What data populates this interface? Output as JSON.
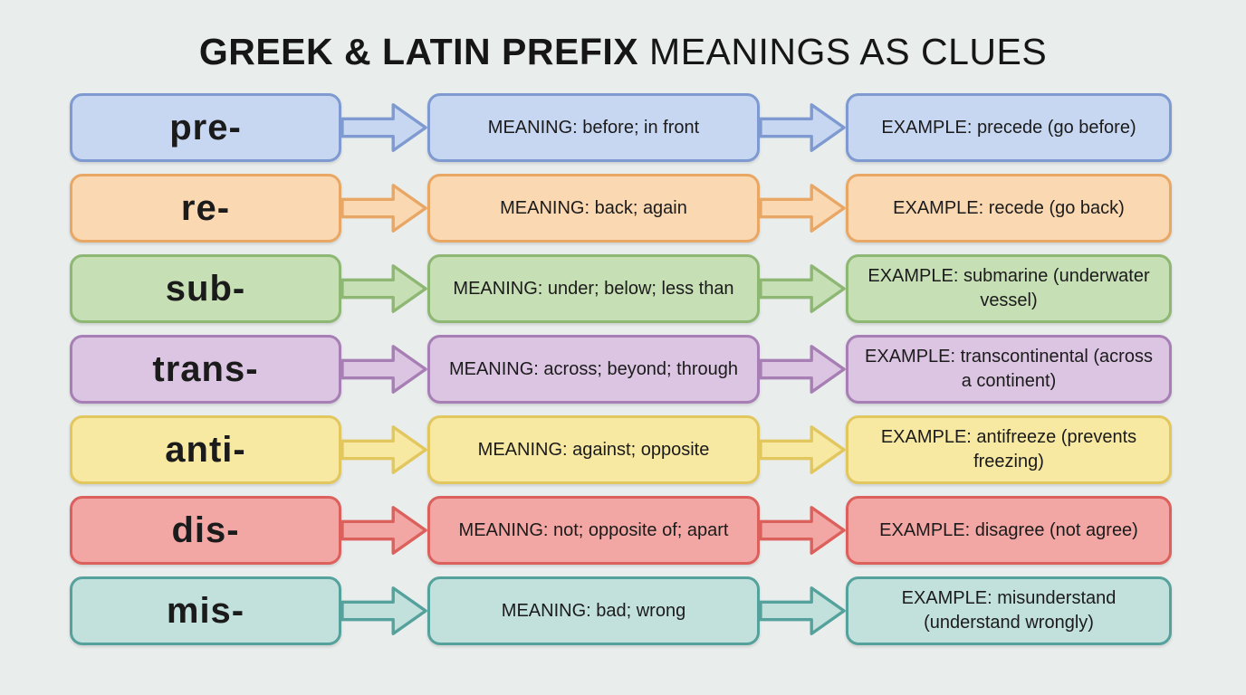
{
  "background_color": "#e9eeed",
  "title": {
    "bold": "GREEK & LATIN PREFIX",
    "regular": " MEANINGS AS CLUES"
  },
  "rows": [
    {
      "prefix": "pre-",
      "meaning": "MEANING: before; in front",
      "example": "EXAMPLE: precede (go before)",
      "fill": "#c7d7f2",
      "border": "#7e9ad0"
    },
    {
      "prefix": "re-",
      "meaning": "MEANING: back; again",
      "example": "EXAMPLE: recede (go back)",
      "fill": "#fad8b2",
      "border": "#e8a765"
    },
    {
      "prefix": "sub-",
      "meaning": "MEANING: under; below; less than",
      "example": "EXAMPLE: submarine (underwater vessel)",
      "fill": "#c7dfb5",
      "border": "#8eb774"
    },
    {
      "prefix": "trans-",
      "meaning": "MEANING: across; beyond; through",
      "example": "EXAMPLE: transcontinental (across a continent)",
      "fill": "#dcc5e2",
      "border": "#a77fb5"
    },
    {
      "prefix": "anti-",
      "meaning": "MEANING: against; opposite",
      "example": "EXAMPLE: antifreeze (prevents freezing)",
      "fill": "#f7e8a2",
      "border": "#e2c65e"
    },
    {
      "prefix": "dis-",
      "meaning": "MEANING: not; opposite of; apart",
      "example": "EXAMPLE: disagree (not agree)",
      "fill": "#f3a7a4",
      "border": "#dc605c"
    },
    {
      "prefix": "mis-",
      "meaning": "MEANING: bad; wrong",
      "example": "EXAMPLE: misunderstand (understand wrongly)",
      "fill": "#c2e1dd",
      "border": "#55a19c"
    }
  ]
}
